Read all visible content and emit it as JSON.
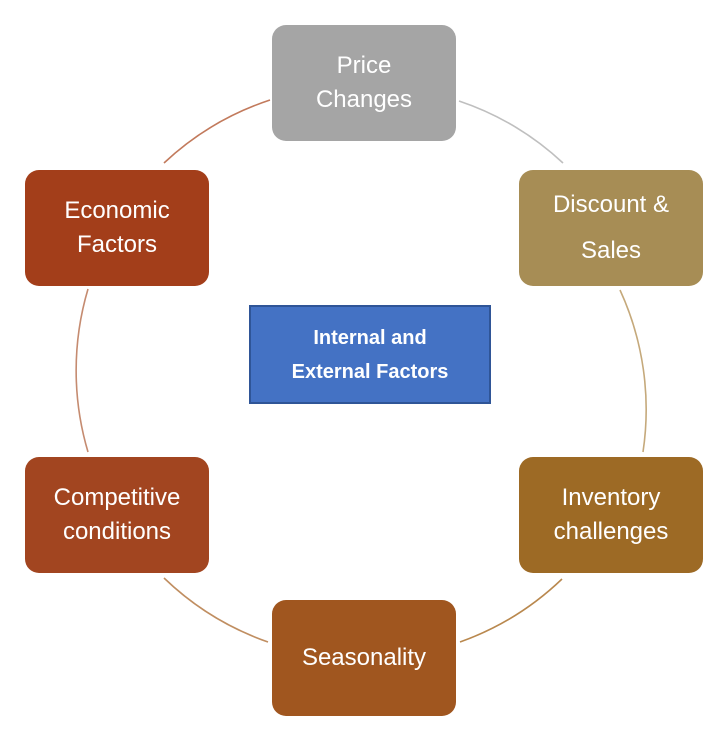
{
  "center": {
    "label": "Internal and\nExternal Factors"
  },
  "nodes": [
    {
      "id": "price",
      "label": "Price\nChanges",
      "color": "#a5a5a5"
    },
    {
      "id": "discount",
      "label": "Discount &\nSales",
      "color": "#a78d55"
    },
    {
      "id": "inventory",
      "label": "Inventory\nchallenges",
      "color": "#9d6a25"
    },
    {
      "id": "seasonality",
      "label": "Seasonality",
      "color": "#a0561f"
    },
    {
      "id": "competitive",
      "label": "Competitive\nconditions",
      "color": "#a24520"
    },
    {
      "id": "economic",
      "label": "Economic\nFactors",
      "color": "#a33e1a"
    }
  ]
}
